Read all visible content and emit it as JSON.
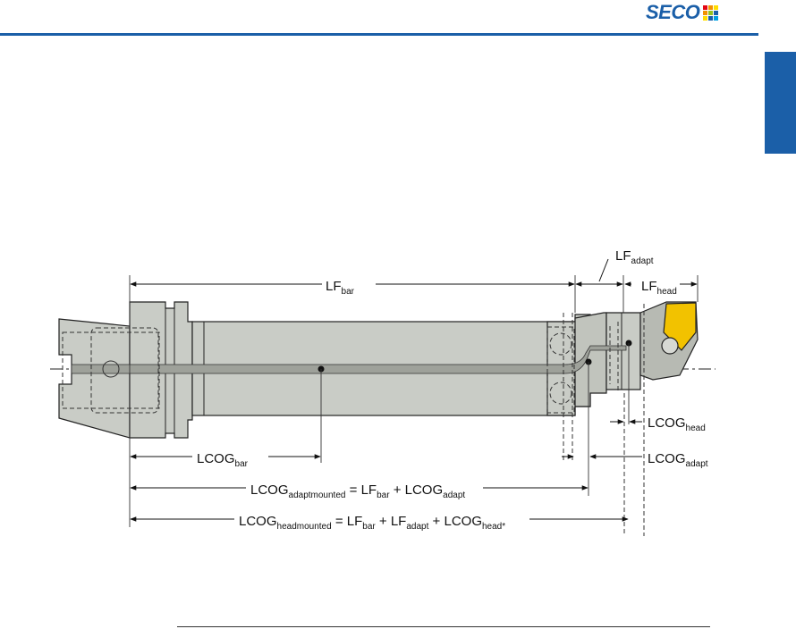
{
  "brand": {
    "name": "SECO",
    "color": "#1b5fa8"
  },
  "labels": {
    "lf_bar": {
      "main": "LF",
      "sub": "bar"
    },
    "lf_adapt": {
      "main": "LF",
      "sub": "adapt"
    },
    "lf_head": {
      "main": "LF",
      "sub": "head"
    },
    "lcog_head": {
      "main": "LCOG",
      "sub": "head"
    },
    "lcog_bar": {
      "main": "LCOG",
      "sub": "bar"
    },
    "lcog_adapt": {
      "main": "LCOG",
      "sub": "adapt"
    },
    "formula1": {
      "lhs_main": "LCOG",
      "lhs_sub": "adaptmounted",
      "eq": " = LF",
      "t1_sub": "bar",
      "plus1": " + LCOG",
      "t2_sub": "adapt"
    },
    "formula2": {
      "lhs_main": "LCOG",
      "lhs_sub": "headmounted",
      "eq": " = LF",
      "t1_sub": "bar",
      "plus1": " + LF",
      "t2_sub": "adapt",
      "plus2": " + LCOG",
      "t3_sub": "head*"
    }
  },
  "colors": {
    "tool_body": "#c9ccc6",
    "tool_body_dark": "#b5b8b1",
    "insert": "#f2c200",
    "accent": "#1b5fa8"
  }
}
